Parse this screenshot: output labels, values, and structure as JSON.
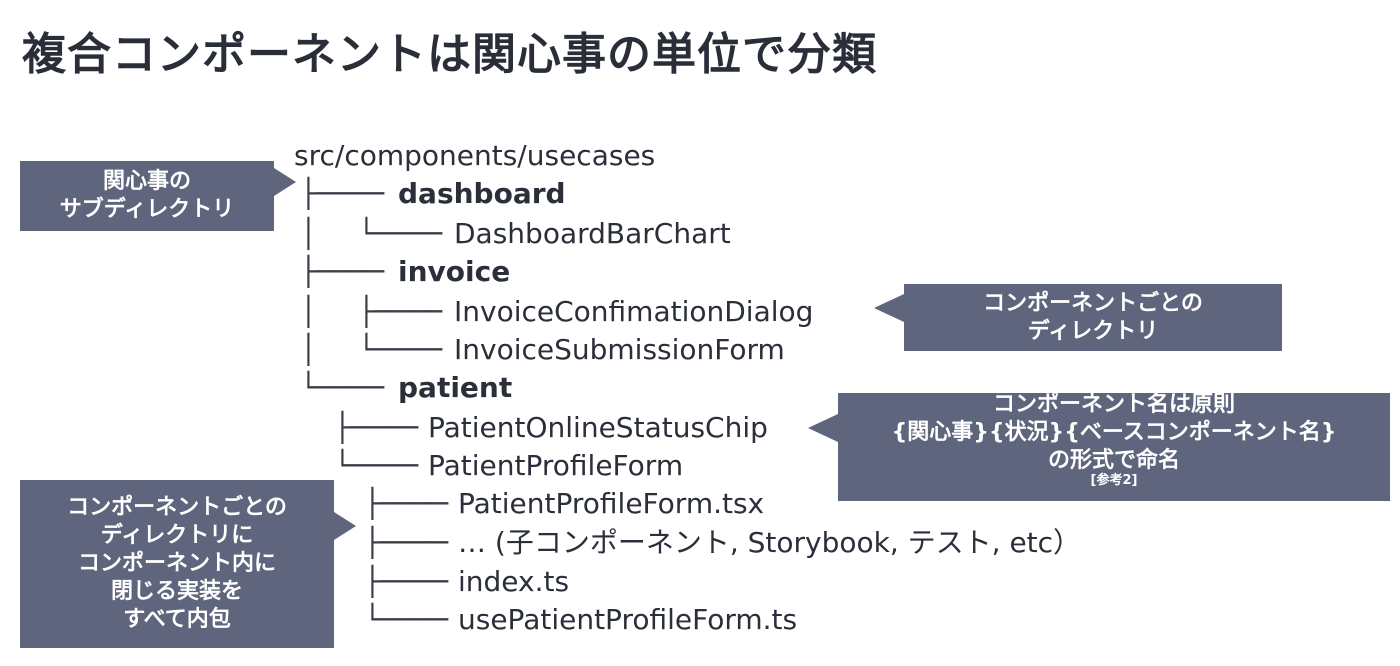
{
  "title": "複合コンポーネントは関心事の単位で分類",
  "tree": {
    "root": "src/components/usecases",
    "dashboard": "dashboard",
    "dashboard_bar_chart": "DashboardBarChart",
    "invoice": "invoice",
    "invoice_confirmation_dialog": "InvoiceConfimationDialog",
    "invoice_submission_form": "InvoiceSubmissionForm",
    "patient": "patient",
    "patient_online_status_chip": "PatientOnlineStatusChip",
    "patient_profile_form": "PatientProfileForm",
    "patient_profile_form_tsx": "PatientProfileForm.tsx",
    "ellipsis_entry": "… (子コンポーネント, Storybook, テスト, etc）",
    "index_ts": "index.ts",
    "use_patient_profile_form": "usePatientProfileForm.ts"
  },
  "callouts": {
    "subdir": [
      "関心事の",
      "サブディレクトリ"
    ],
    "component_dir": [
      "コンポーネントごとの",
      "ディレクトリ"
    ],
    "naming": [
      "コンポーネント名は原則",
      "{関心事}{状況}{ベースコンポーネント名}",
      "の形式で命名"
    ],
    "naming_ref": "[参考2]",
    "encapsulate": [
      "コンポーネントごとの",
      "ディレクトリに",
      "コンポーネント内に",
      "閉じる実装を",
      "すべて内包"
    ]
  },
  "colors": {
    "callout_bg": "#5e657c",
    "text": "#2b2f3a"
  }
}
